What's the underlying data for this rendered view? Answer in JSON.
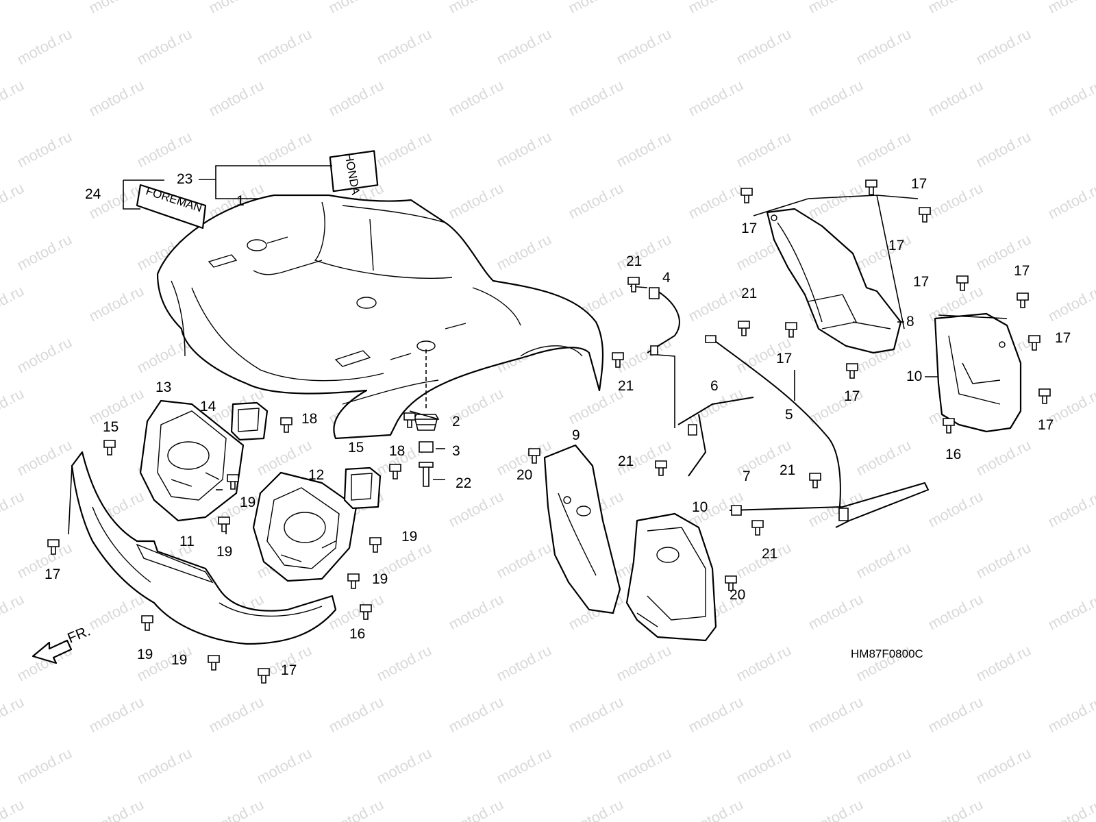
{
  "watermark": {
    "text": "motod.ru"
  },
  "diagram": {
    "code": "HM87F0800C",
    "front_marker": "FR.",
    "callouts": [
      "1",
      "2",
      "3",
      "4",
      "5",
      "6",
      "7",
      "8",
      "9",
      "10",
      "11",
      "12",
      "13",
      "14",
      "15",
      "15",
      "16",
      "16",
      "17",
      "17",
      "17",
      "17",
      "17",
      "17",
      "17",
      "17",
      "17",
      "17",
      "17",
      "18",
      "18",
      "19",
      "19",
      "19",
      "19",
      "19",
      "19",
      "20",
      "20",
      "21",
      "21",
      "21",
      "21",
      "21",
      "21",
      "22",
      "23",
      "24"
    ],
    "emblems": {
      "honda": "HONDA",
      "foreman": "FOREMAN"
    }
  },
  "colors": {
    "line": "#000000",
    "background": "#ffffff",
    "watermark": "#d9d9d9"
  }
}
